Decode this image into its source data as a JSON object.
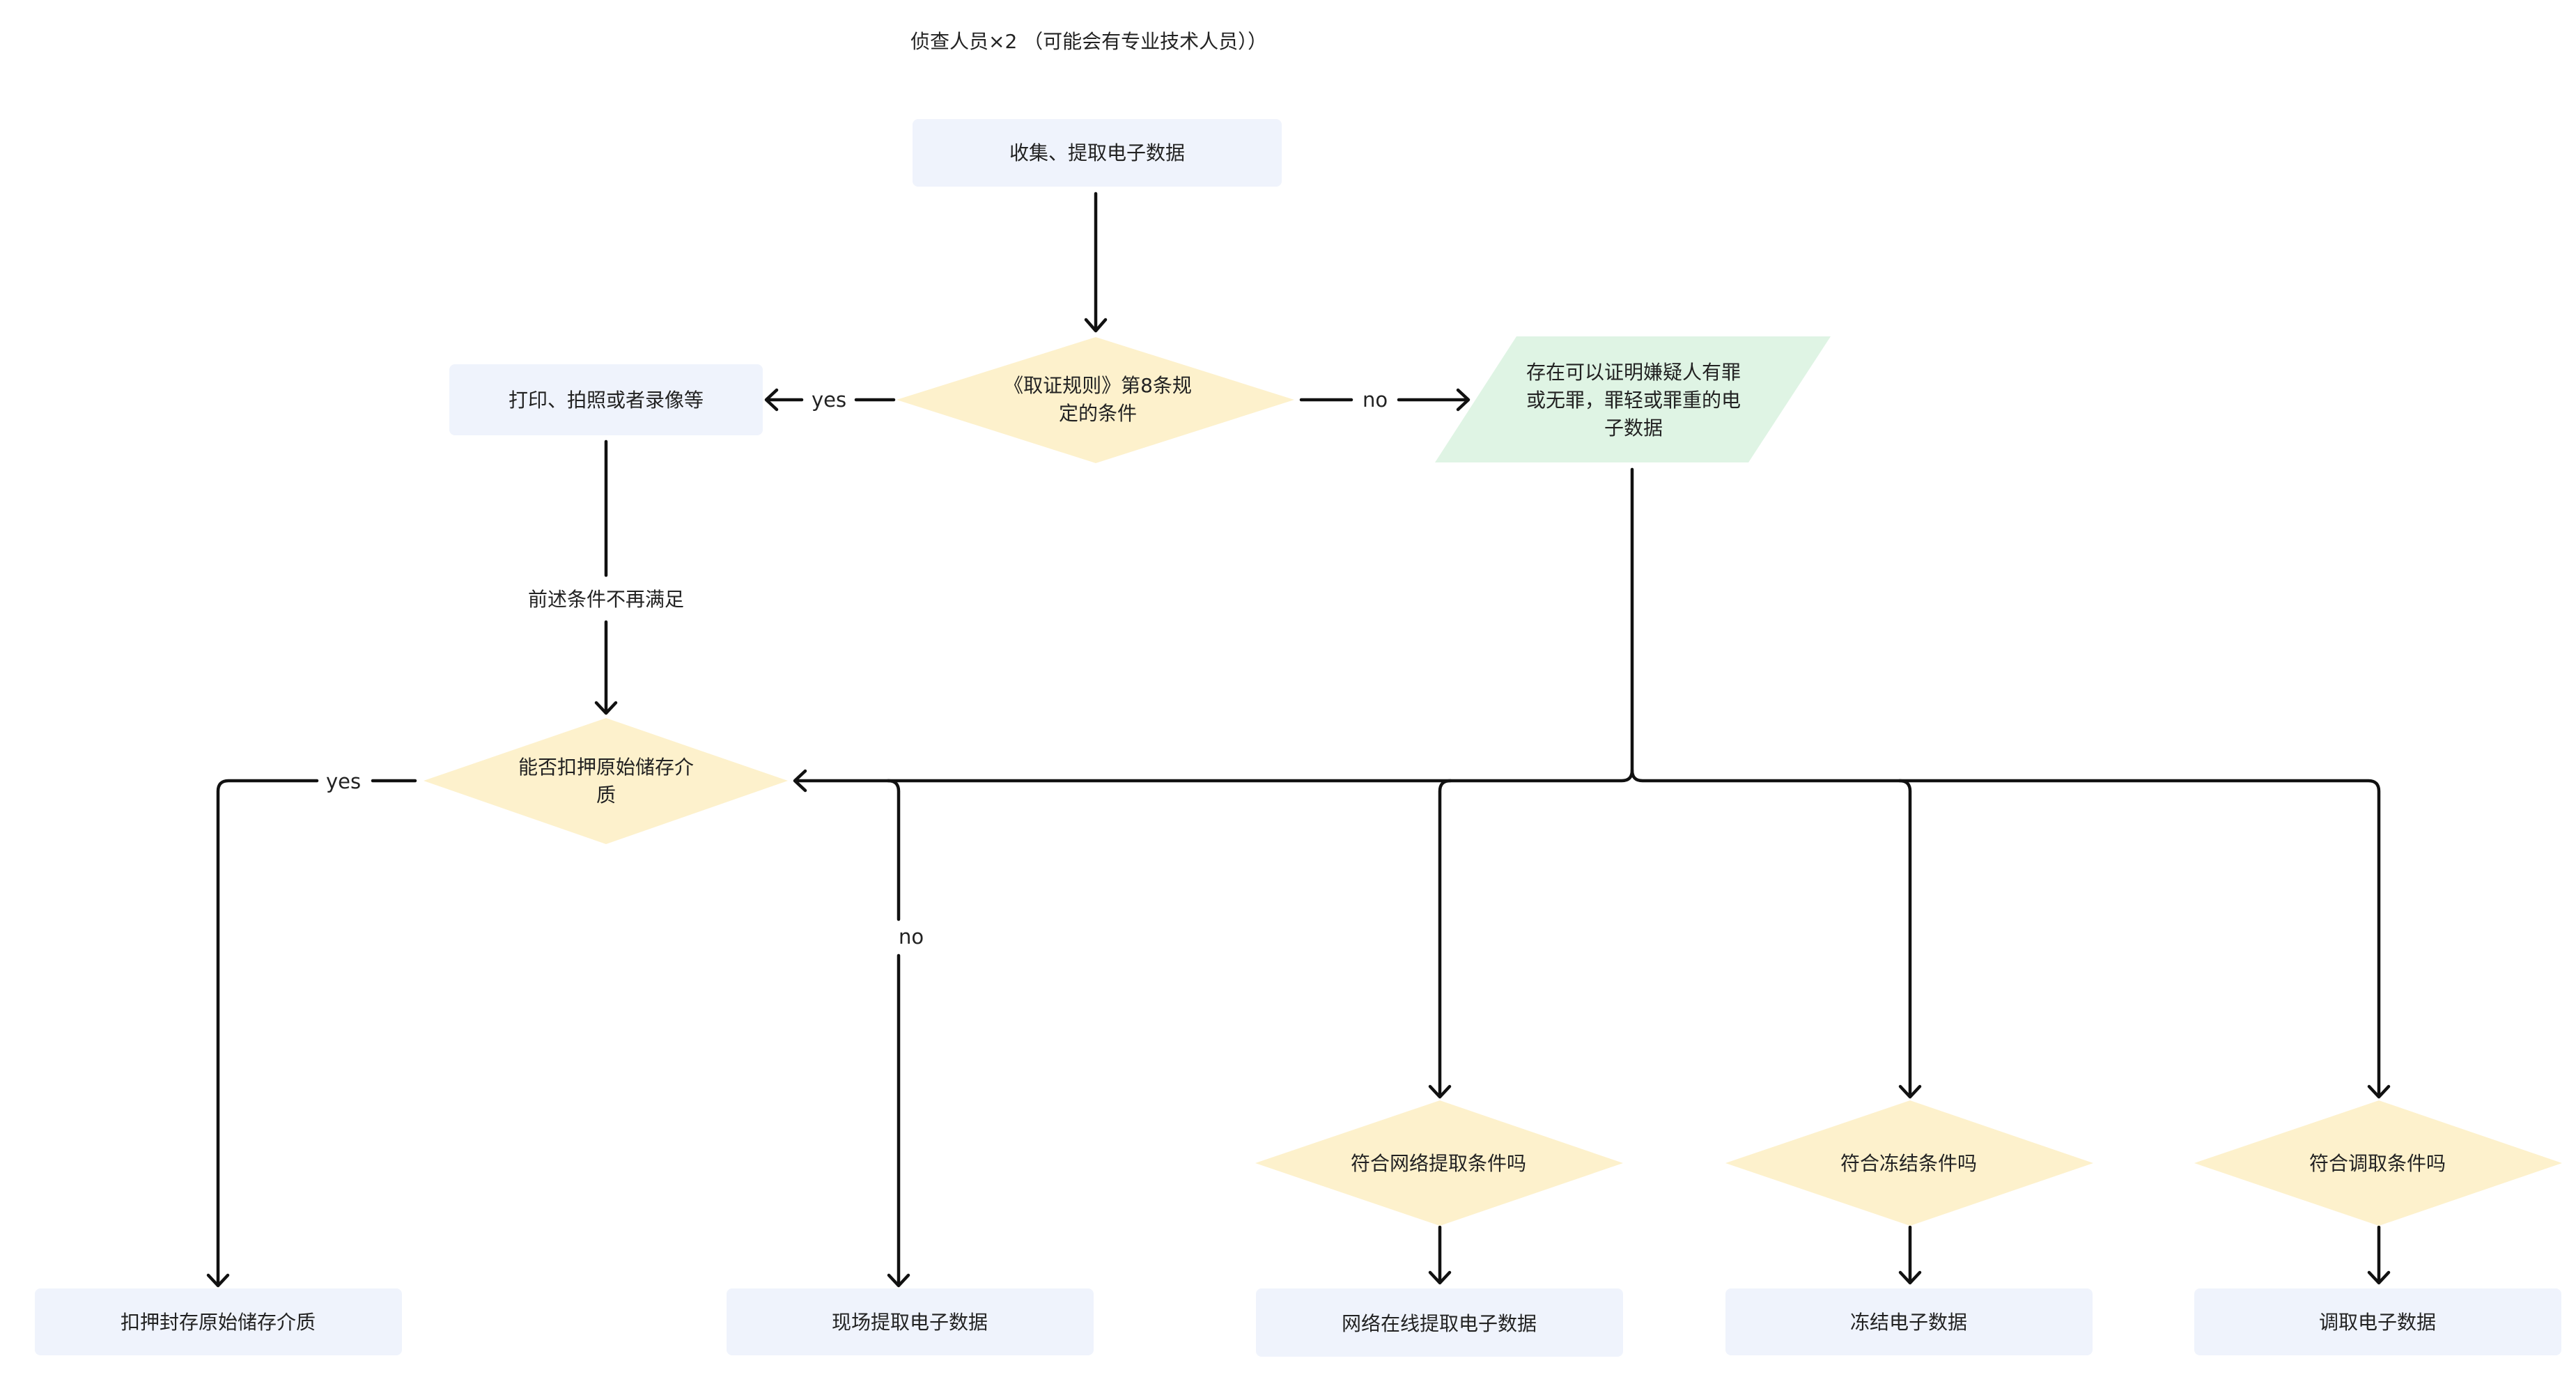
{
  "header": {
    "text": "侦查人员×2 （可能会有专业技术人员））"
  },
  "colors": {
    "process": "#EFF3FC",
    "decision": "#FDF1CC",
    "data": "#DFF4E4",
    "line": "#111111",
    "text": "#222222"
  },
  "nodes": {
    "collect": {
      "text": "收集、提取电子数据"
    },
    "rule8": {
      "lines": [
        "《取证规则》第8条规",
        "定的条件"
      ]
    },
    "print": {
      "text": "打印、拍照或者录像等"
    },
    "evidence": {
      "lines": [
        "存在可以证明嫌疑人有罪",
        "或无罪，罪轻或罪重的电",
        "子数据"
      ]
    },
    "seize_q": {
      "lines": [
        "能否扣押原始储存介",
        "质"
      ]
    },
    "net_q": {
      "text": "符合网络提取条件吗"
    },
    "freeze_q": {
      "text": "符合冻结条件吗"
    },
    "retrieve_q": {
      "text": "符合调取条件吗"
    },
    "seize": {
      "text": "扣押封存原始储存介质"
    },
    "onsite": {
      "text": "现场提取电子数据"
    },
    "online": {
      "text": "网络在线提取电子数据"
    },
    "freeze": {
      "text": "冻结电子数据"
    },
    "retrieve": {
      "text": "调取电子数据"
    }
  },
  "edge_labels": {
    "rule_yes": "yes",
    "rule_no": "no",
    "no_longer": "前述条件不再满足",
    "seize_yes": "yes",
    "seize_no": "no"
  }
}
